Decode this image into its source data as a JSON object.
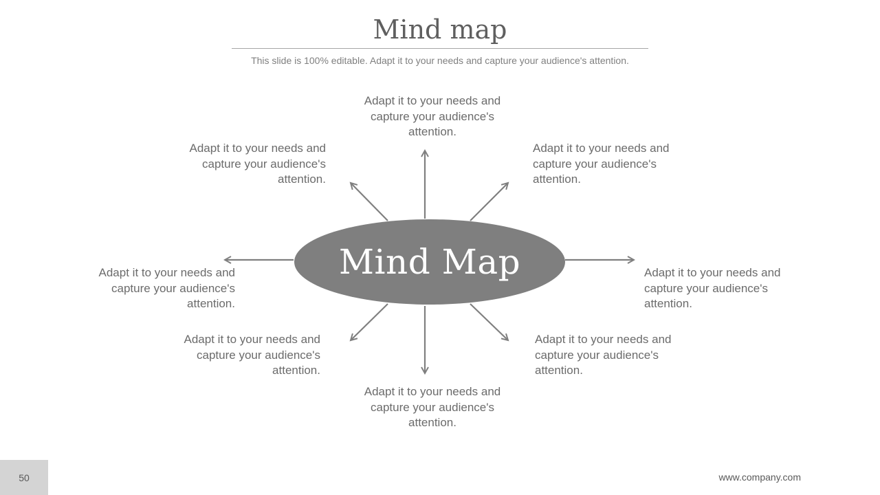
{
  "slide": {
    "title": "Mind map",
    "subtitle": "This slide is 100% editable. Adapt it to your needs and capture your audience's attention.",
    "page_number": "50",
    "footer_url": "www.company.com"
  },
  "diagram": {
    "center": "Mind Map",
    "colors": {
      "center_fill": "#7f7f7f",
      "arrow": "#7f7f7f",
      "text": "#6b6b6b"
    },
    "nodes": {
      "top": "Adapt it to your needs and capture your audience's attention.",
      "top_left": "Adapt it to your needs and capture your audience's attention.",
      "top_right": "Adapt it to your needs and capture your audience's attention.",
      "left": "Adapt it to your needs and capture your audience's attention.",
      "right": "Adapt it to your needs and capture your audience's attention.",
      "bottom_left": "Adapt it to your needs and capture your audience's attention.",
      "bottom_right": "Adapt it to your needs and capture your audience's attention.",
      "bottom": "Adapt it to your needs and capture your audience's attention."
    }
  }
}
